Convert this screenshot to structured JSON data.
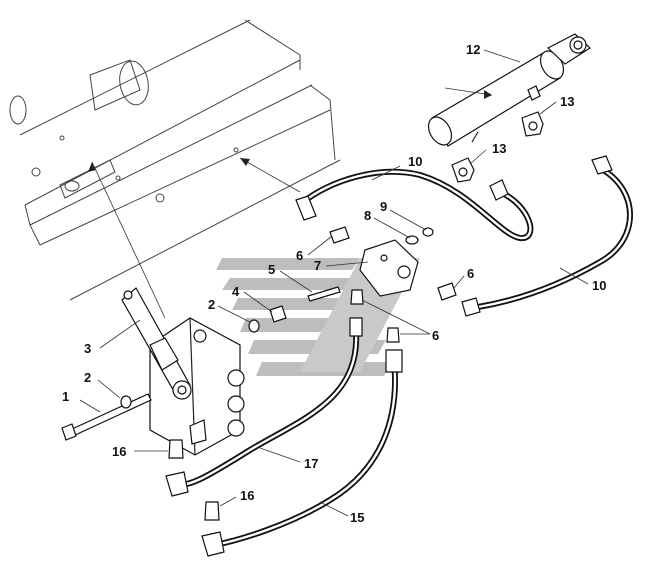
{
  "diagram": {
    "callouts": [
      {
        "id": "c1",
        "label": "1"
      },
      {
        "id": "c2a",
        "label": "2"
      },
      {
        "id": "c2b",
        "label": "2"
      },
      {
        "id": "c3",
        "label": "3"
      },
      {
        "id": "c4",
        "label": "4"
      },
      {
        "id": "c5",
        "label": "5"
      },
      {
        "id": "c6a",
        "label": "6"
      },
      {
        "id": "c6b",
        "label": "6"
      },
      {
        "id": "c6c",
        "label": "6"
      },
      {
        "id": "c7",
        "label": "7"
      },
      {
        "id": "c8",
        "label": "8"
      },
      {
        "id": "c9",
        "label": "9"
      },
      {
        "id": "c10a",
        "label": "10"
      },
      {
        "id": "c10b",
        "label": "10"
      },
      {
        "id": "c12",
        "label": "12"
      },
      {
        "id": "c13a",
        "label": "13"
      },
      {
        "id": "c13b",
        "label": "13"
      },
      {
        "id": "c15",
        "label": "15"
      },
      {
        "id": "c16a",
        "label": "16"
      },
      {
        "id": "c16b",
        "label": "16"
      },
      {
        "id": "c17",
        "label": "17"
      }
    ],
    "watermark_color": "#9a9a9a"
  }
}
